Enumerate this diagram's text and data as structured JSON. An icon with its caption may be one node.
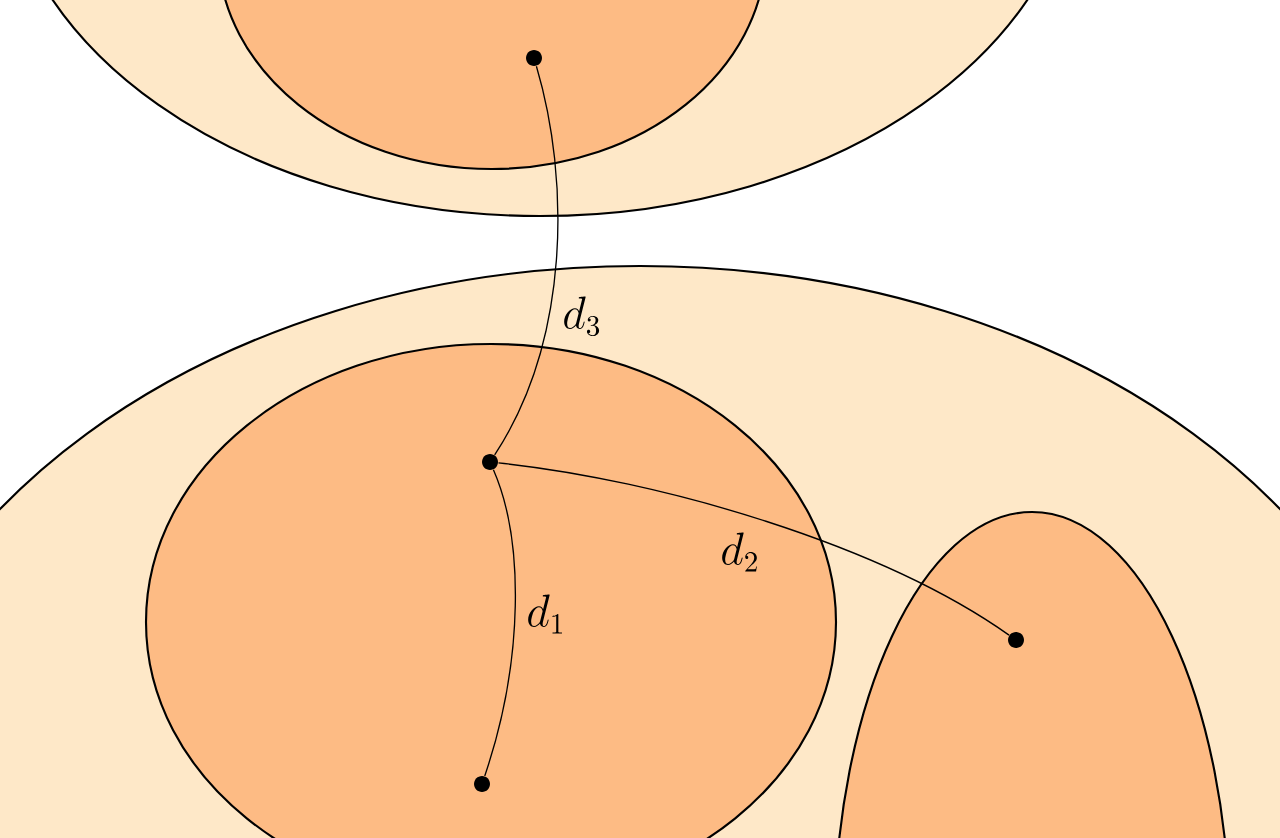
{
  "diagram": {
    "nodes": [
      {
        "text": [],
        "shape": "ellipse"
      },
      {
        "text": [],
        "shape": "ellipse",
        "in": 0
      },
      {
        "text": [],
        "shape": "dot",
        "in": 1
      },
      {
        "text": [],
        "shape": "ellipse"
      },
      {
        "text": [],
        "shape": "ellipse",
        "in": 3
      },
      {
        "text": [],
        "shape": "dot",
        "in": 4
      },
      {
        "text": [],
        "shape": "dot",
        "in": 4
      },
      {
        "text": [],
        "shape": "ellipse",
        "in": 3
      },
      {
        "text": [],
        "shape": "dot",
        "in": 7
      }
    ],
    "edges": [
      {
        "from": 5,
        "to": 6,
        "arrow": "none",
        "label": "d_1"
      },
      {
        "from": 5,
        "to": 8,
        "arrow": "none",
        "label": "d_2"
      },
      {
        "from": 2,
        "to": 5,
        "arrow": "none",
        "label": "d_3"
      }
    ]
  }
}
